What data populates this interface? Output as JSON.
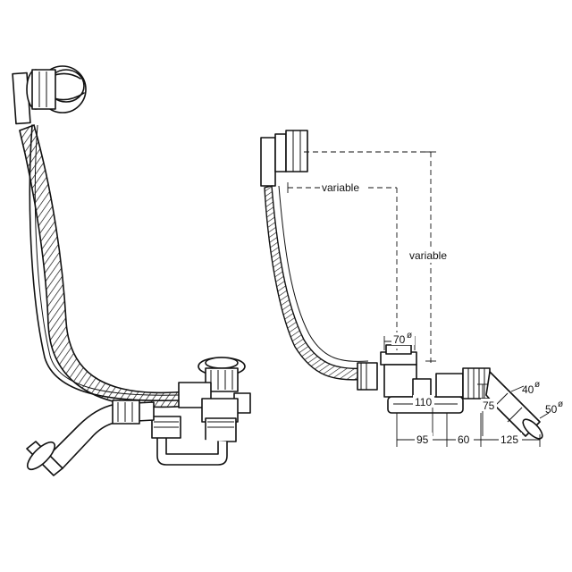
{
  "dimensions": {
    "horizontal_variable": "variable",
    "vertical_variable": "variable",
    "outlet_diameter": "70",
    "trap_height": "110",
    "connector_height": "75",
    "dim_95": "95",
    "dim_60": "60",
    "dim_125": "125",
    "pipe_40": "40",
    "pipe_50": "50",
    "diameter_symbol": "ø"
  }
}
